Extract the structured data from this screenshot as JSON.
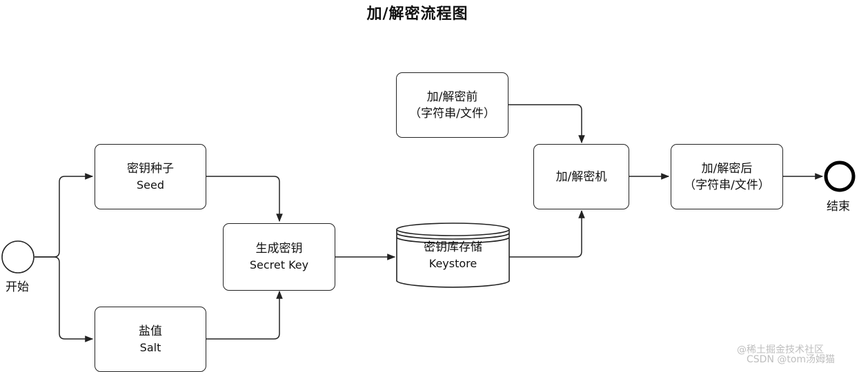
{
  "title": "加/解密流程图",
  "nodes": {
    "start": {
      "label": "开始"
    },
    "seed": {
      "line1": "密钥种子",
      "line2": "Seed"
    },
    "salt": {
      "line1": "盐值",
      "line2": "Salt"
    },
    "secret_key": {
      "line1": "生成密钥",
      "line2": "Secret Key"
    },
    "keystore": {
      "line1": "密钥库存储",
      "line2": "Keystore"
    },
    "before": {
      "line1": "加/解密前",
      "line2": "（字符串/文件）"
    },
    "machine": {
      "line1": "加/解密机"
    },
    "after": {
      "line1": "加/解密后",
      "line2": "（字符串/文件）"
    },
    "end": {
      "label": "结束"
    }
  },
  "watermark": {
    "line1": "@稀土掘金技术社区",
    "line2": "CSDN @tom汤姆猫"
  }
}
